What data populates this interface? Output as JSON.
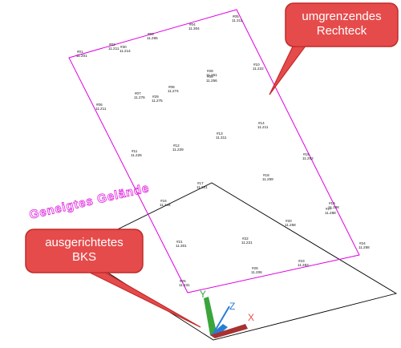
{
  "terrain_label": "Geneigtes Gelände",
  "callouts": {
    "rectangle": {
      "lines": [
        "umgrenzendes",
        "Rechteck"
      ]
    },
    "ucs": {
      "lines": [
        "ausgerichtetes",
        "BKS"
      ]
    }
  },
  "axes": {
    "x": "X",
    "y": "Y",
    "z": "Z"
  },
  "colors": {
    "boundary": "#e000e0",
    "callout_fill": "#e64b4b",
    "callout_border": "#c02a2a",
    "axis_x": "#a83232",
    "axis_y": "#3aa53a",
    "axis_z": "#2a7dd6",
    "terrain_label": "#e020e0"
  },
  "survey_points": [
    {
      "id": "#01",
      "elev": "11.201"
    },
    {
      "id": "#02",
      "elev": "11.211"
    },
    {
      "id": "#03",
      "elev": "11.265"
    },
    {
      "id": "#04",
      "elev": "11.304"
    },
    {
      "id": "#05",
      "elev": "11.311"
    },
    {
      "id": "#06",
      "elev": "11.211"
    },
    {
      "id": "#07",
      "elev": "11.276"
    },
    {
      "id": "#08",
      "elev": "11.274"
    },
    {
      "id": "#09",
      "elev": "11.256"
    },
    {
      "id": "#10",
      "elev": "11.222"
    },
    {
      "id": "#11",
      "elev": "11.226"
    },
    {
      "id": "#12",
      "elev": "11.229"
    },
    {
      "id": "#13",
      "elev": "11.311"
    },
    {
      "id": "#14",
      "elev": "11.211"
    },
    {
      "id": "#15",
      "elev": "11.252"
    },
    {
      "id": "#16",
      "elev": "11.244"
    },
    {
      "id": "#17",
      "elev": "11.221"
    },
    {
      "id": "#18",
      "elev": "11.259"
    },
    {
      "id": "#19",
      "elev": "11.198"
    },
    {
      "id": "#20",
      "elev": "11.258"
    },
    {
      "id": "#21",
      "elev": "11.301"
    },
    {
      "id": "#22",
      "elev": "11.221"
    },
    {
      "id": "#23",
      "elev": "11.283"
    },
    {
      "id": "#24",
      "elev": "11.258"
    },
    {
      "id": "#25",
      "elev": "11.231"
    },
    {
      "id": "#26",
      "elev": "11.206"
    },
    {
      "id": "#27",
      "elev": "11.288"
    },
    {
      "id": "#28",
      "elev": "11.261"
    },
    {
      "id": "#29",
      "elev": "11.275"
    },
    {
      "id": "#30",
      "elev": "11.214"
    }
  ]
}
